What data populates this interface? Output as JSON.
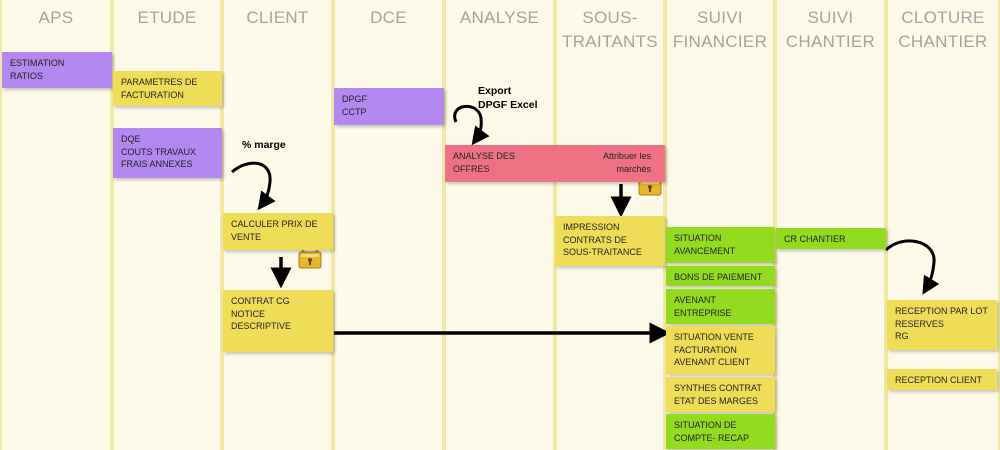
{
  "columns": [
    "APS",
    "ETUDE",
    "CLIENT",
    "DCE",
    "ANALYSE",
    "SOUS-\nTRAITANTS",
    "SUIVI\nFINANCIER",
    "SUIVI\nCHANTIER",
    "CLOTURE\nCHANTIER"
  ],
  "cards": {
    "estimation": "ESTIMATION\nRATIOS",
    "parametres": "PARAMETRES DE\nFACTURATION",
    "dqe": "DQE\nCOUTS TRAVAUX\nFRAIS ANNEXES",
    "calculer": "CALCULER PRIX DE\nVENTE",
    "contrat_cg": "CONTRAT CG\nNOTICE\nDESCRIPTIVE",
    "dpgf": "DPGF\nCCTP",
    "analyse_offres": "ANALYSE DES\nOFFRES",
    "attribuer": "Attribuer les\nmarchés",
    "impression": "IMPRESSION\nCONTRATS DE\nSOUS-TRAITANCE",
    "situation_avancement": "SITUATION\nAVANCEMENT",
    "bons_paiement": "BONS DE PAIEMENT",
    "avenant_entreprise": "AVENANT\nENTREPRISE",
    "situation_vente": "SITUATION VENTE\nFACTURATION\nAVENANT CLIENT",
    "synthes": "SYNTHES CONTRAT\nETAT DES MARGES",
    "situation_compte": "SITUATION DE\nCOMPTE- RECAP",
    "cr_chantier": "CR CHANTIER",
    "reception_lot": "RECEPTION PAR LOT\nRESERVES\nRG",
    "reception_client": "RECEPTION CLIENT"
  },
  "notes": {
    "marge": "% marge",
    "export": "Export\nDPGF Excel"
  },
  "colors": {
    "purple": "#b388f0",
    "yellow": "#efdd58",
    "pink": "#ef7184",
    "green": "#93db1e",
    "header": "#a3a3a3",
    "lane_bg": "#fdfae9"
  },
  "icons": [
    "lock-icon",
    "lock-icon"
  ]
}
